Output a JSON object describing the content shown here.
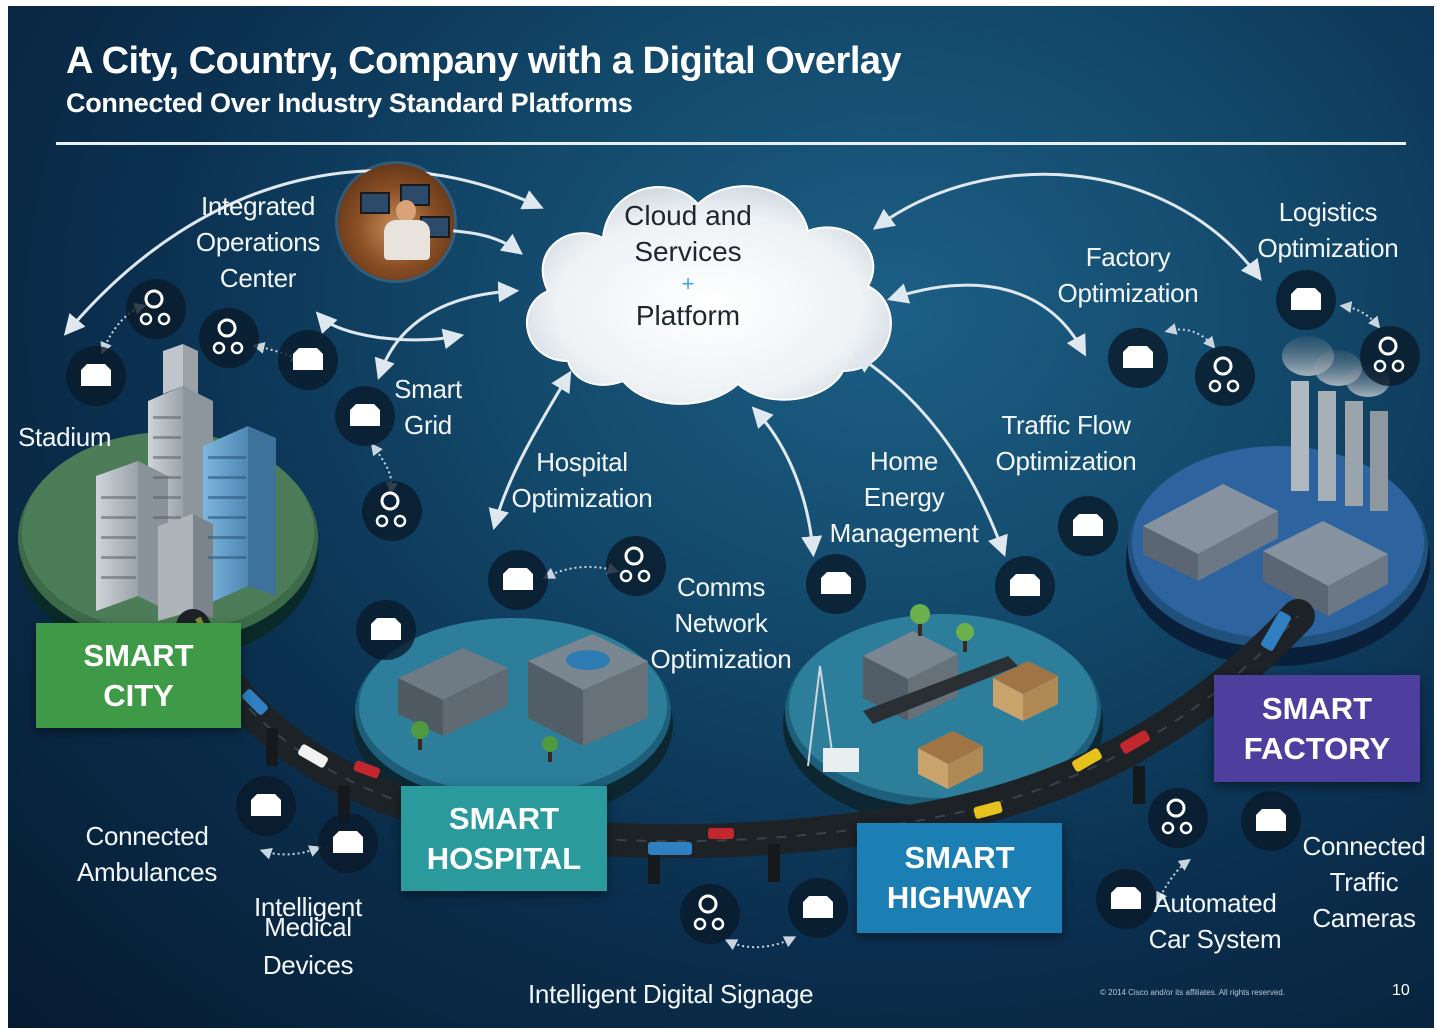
{
  "header": {
    "title": "A City, Country, Company with a Digital Overlay",
    "subtitle": "Connected Over Industry Standard Platforms"
  },
  "cloud": {
    "line1": "Cloud and",
    "line2": "Services",
    "plus": "+",
    "line3": "Platform"
  },
  "labels": {
    "stadium": "Stadium",
    "integrated_ops": [
      "Integrated",
      "Operations",
      "Center"
    ],
    "smart_grid": [
      "Smart",
      "Grid"
    ],
    "hospital_opt": [
      "Hospital",
      "Optimization"
    ],
    "comms_network": [
      "Comms",
      "Network",
      "Optimization"
    ],
    "home_energy": [
      "Home",
      "Energy",
      "Management"
    ],
    "traffic_flow": [
      "Traffic Flow",
      "Optimization"
    ],
    "factory_opt": [
      "Factory",
      "Optimization"
    ],
    "logistics_opt": [
      "Logistics",
      "Optimization"
    ],
    "connected_ambulances": [
      "Connected",
      "Ambulances"
    ],
    "intelligent_medical": [
      "Intelligent",
      "Medical",
      "Devices"
    ],
    "intelligent_signage": "Intelligent  Digital Signage",
    "automated_car": [
      "Automated",
      "Car System"
    ],
    "connected_cameras": [
      "Connected",
      "Traffic",
      "Cameras"
    ]
  },
  "banners": {
    "city": [
      "SMART",
      "CITY"
    ],
    "hospital": [
      "SMART",
      "HOSPITAL"
    ],
    "highway": [
      "SMART",
      "HIGHWAY"
    ],
    "factory": [
      "SMART",
      "FACTORY"
    ]
  },
  "footer": {
    "copyright": "© 2014 Cisco and/or its affiliates. All rights reserved.",
    "page_number": "10"
  },
  "colors": {
    "background": "#0b3050",
    "smart_city": "#3f9a47",
    "smart_hospital": "#2a9a9c",
    "smart_highway": "#1c7fb4",
    "smart_factory": "#4e3f9e",
    "text": "#ffffff"
  },
  "icons": [
    "router-icon",
    "sensor-icon",
    "cloud-icon",
    "operator-photo"
  ]
}
